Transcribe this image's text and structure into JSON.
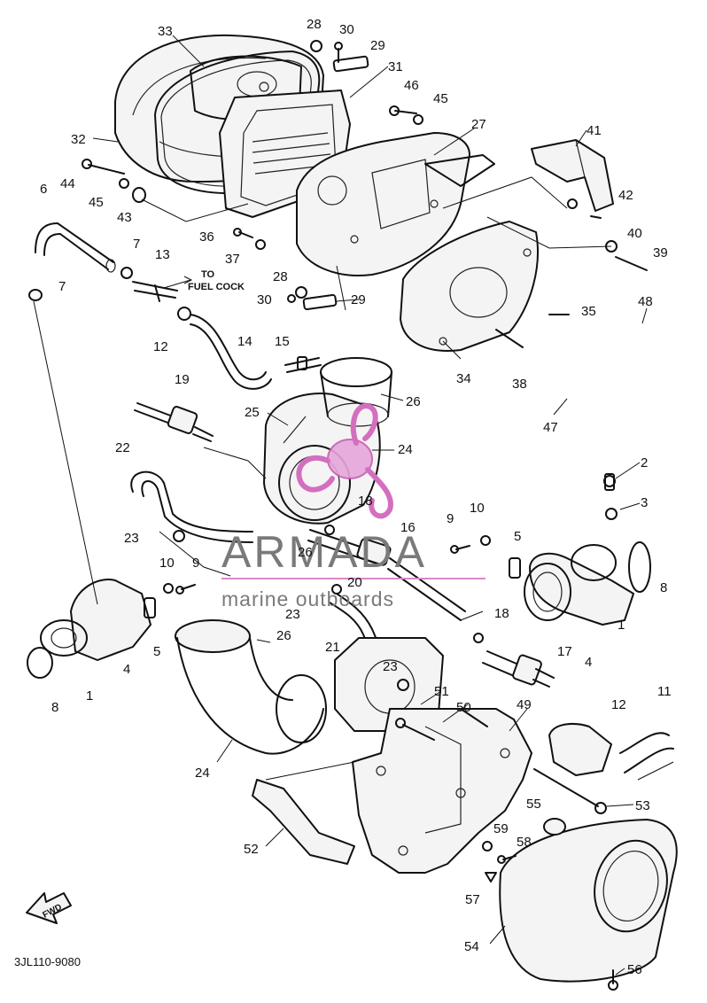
{
  "diagram": {
    "part_code": "3JL110-9080",
    "note_lines": [
      "TO",
      "FUEL COCK"
    ],
    "fwd_label": "FWD",
    "watermark": {
      "brand": "ARMADA",
      "tagline": "marine outboards",
      "brand_color": "#7a7a7a",
      "logo_color": "#d46fbf"
    },
    "callouts": [
      "1",
      "2",
      "3",
      "4",
      "5",
      "6",
      "7",
      "8",
      "9",
      "10",
      "11",
      "12",
      "13",
      "14",
      "15",
      "16",
      "17",
      "18",
      "19",
      "20",
      "21",
      "22",
      "23",
      "24",
      "25",
      "26",
      "27",
      "28",
      "29",
      "30",
      "31",
      "32",
      "33",
      "34",
      "35",
      "36",
      "37",
      "38",
      "39",
      "40",
      "41",
      "42",
      "43",
      "44",
      "45",
      "46",
      "47",
      "48",
      "49",
      "50",
      "51",
      "52",
      "53",
      "54",
      "55",
      "56",
      "57",
      "58",
      "59"
    ],
    "extra_callouts": [
      "1",
      "4",
      "5",
      "7",
      "8",
      "9",
      "10",
      "12",
      "18",
      "23",
      "23",
      "24",
      "26",
      "26",
      "28",
      "29",
      "30",
      "45"
    ]
  }
}
